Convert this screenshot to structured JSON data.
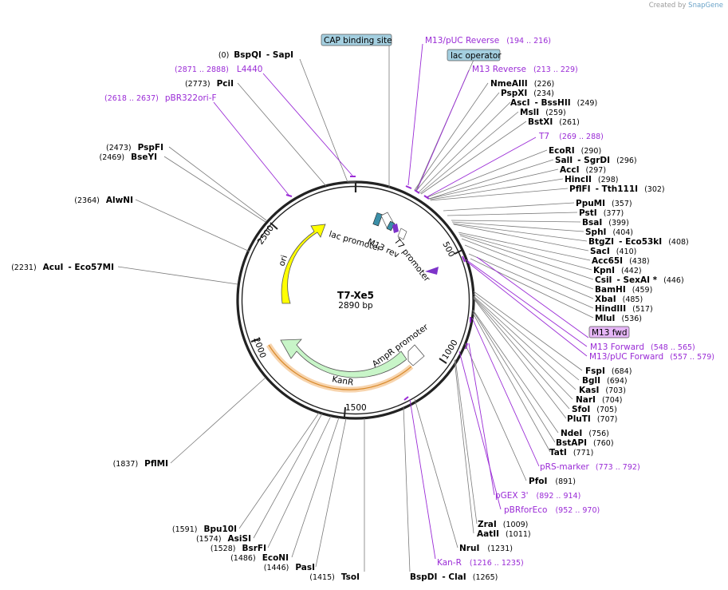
{
  "credit": {
    "prefix": "Created by",
    "brand": "SnapGene"
  },
  "plasmid": {
    "name": "T7-Xe5",
    "size_label": "2890 bp",
    "length_bp": 2890
  },
  "ticks": [
    "500",
    "1000",
    "1500",
    "2000",
    "2500"
  ],
  "features": [
    {
      "name": "ori",
      "color": "#ffff00",
      "stroke": "#555555"
    },
    {
      "name": "KanR",
      "color": "#c8f5c8",
      "stroke": "#555555"
    },
    {
      "name": "lac promoter",
      "color": "#ffffff"
    },
    {
      "name": "M13 rev",
      "color": "#ffffff"
    },
    {
      "name": "T7 promoter",
      "color": "#ffffff"
    },
    {
      "name": "AmpR promoter",
      "color": "#ffffff"
    }
  ],
  "boxed_labels": [
    {
      "text": "CAP binding site",
      "color": "#a4cfe0"
    },
    {
      "text": "lac operator",
      "color": "#a4cfe0"
    },
    {
      "text": "M13 fwd",
      "color": "#e6b6f7"
    }
  ],
  "right_sites": [
    {
      "name": "NmeAIII",
      "pos": "(226)"
    },
    {
      "name": "PspXI",
      "pos": "(234)"
    },
    {
      "name": "AscI",
      "alt": "BssHII",
      "pos": "(249)"
    },
    {
      "name": "MslI",
      "pos": "(259)"
    },
    {
      "name": "BstXI",
      "pos": "(261)"
    },
    {
      "name": "EcoRI",
      "pos": "(290)"
    },
    {
      "name": "SalI",
      "alt": "SgrDI",
      "pos": "(296)"
    },
    {
      "name": "AccI",
      "pos": "(297)"
    },
    {
      "name": "HincII",
      "pos": "(298)"
    },
    {
      "name": "PflFI",
      "alt": "Tth111I",
      "pos": "(302)"
    },
    {
      "name": "PpuMI",
      "pos": "(357)"
    },
    {
      "name": "PstI",
      "pos": "(377)"
    },
    {
      "name": "BsaI",
      "pos": "(399)"
    },
    {
      "name": "SphI",
      "pos": "(404)"
    },
    {
      "name": "BtgZI",
      "alt": "Eco53kI",
      "pos": "(408)"
    },
    {
      "name": "SacI",
      "pos": "(410)"
    },
    {
      "name": "Acc65I",
      "pos": "(438)"
    },
    {
      "name": "KpnI",
      "pos": "(442)"
    },
    {
      "name": "CsiI",
      "alt": "SexAI *",
      "pos": "(446)"
    },
    {
      "name": "BamHI",
      "pos": "(459)"
    },
    {
      "name": "XbaI",
      "pos": "(485)"
    },
    {
      "name": "HindIII",
      "pos": "(517)"
    },
    {
      "name": "MluI",
      "pos": "(536)"
    },
    {
      "name": "FspI",
      "pos": "(684)"
    },
    {
      "name": "BglI",
      "pos": "(694)"
    },
    {
      "name": "KasI",
      "pos": "(703)"
    },
    {
      "name": "NarI",
      "pos": "(704)"
    },
    {
      "name": "SfoI",
      "pos": "(705)"
    },
    {
      "name": "PluTI",
      "pos": "(707)"
    },
    {
      "name": "NdeI",
      "pos": "(756)"
    },
    {
      "name": "BstAPI",
      "pos": "(760)"
    },
    {
      "name": "TatI",
      "pos": "(771)"
    },
    {
      "name": "PfoI",
      "pos": "(891)"
    },
    {
      "name": "ZraI",
      "pos": "(1009)"
    },
    {
      "name": "AatII",
      "pos": "(1011)"
    },
    {
      "name": "NruI",
      "pos": "(1231)"
    },
    {
      "name": "BspDI",
      "alt": "ClaI",
      "pos": "(1265)"
    }
  ],
  "left_sites": [
    {
      "name": "BspQI",
      "alt": "SapI",
      "pos": "(0)"
    },
    {
      "name": "PciI",
      "pos": "(2773)"
    },
    {
      "name": "PspFI",
      "pos": "(2473)"
    },
    {
      "name": "BseYI",
      "pos": "(2469)"
    },
    {
      "name": "AlwNI",
      "pos": "(2364)"
    },
    {
      "name": "AcuI",
      "alt": "Eco57MI",
      "pos": "(2231)"
    },
    {
      "name": "PflMI",
      "pos": "(1837)"
    },
    {
      "name": "Bpu10I",
      "pos": "(1591)"
    },
    {
      "name": "AsiSI",
      "pos": "(1574)"
    },
    {
      "name": "BsrFI",
      "pos": "(1528)"
    },
    {
      "name": "EcoNI",
      "pos": "(1486)"
    },
    {
      "name": "PasI",
      "pos": "(1446)"
    },
    {
      "name": "TsoI",
      "pos": "(1415)"
    }
  ],
  "primers": [
    {
      "name": "M13/pUC Reverse",
      "range": "(194 .. 216)"
    },
    {
      "name": "M13 Reverse",
      "range": "(213 .. 229)"
    },
    {
      "name": "T7",
      "range": "(269 .. 288)"
    },
    {
      "name": "M13 Forward",
      "range": "(548 .. 565)"
    },
    {
      "name": "M13/pUC Forward",
      "range": "(557 .. 579)"
    },
    {
      "name": "pRS-marker",
      "range": "(773 .. 792)"
    },
    {
      "name": "pGEX 3'",
      "range": "(892 .. 914)"
    },
    {
      "name": "pBRforEco",
      "range": "(952 .. 970)"
    },
    {
      "name": "Kan-R",
      "range": "(1216 .. 1235)"
    },
    {
      "name": "L4440",
      "range": "(2871 .. 2888)"
    },
    {
      "name": "pBR322ori-F",
      "range": "(2618 .. 2637)"
    }
  ],
  "colors": {
    "primer": "#9a2bd6",
    "leader": "#7a7a7a",
    "backbone": "#222222"
  }
}
